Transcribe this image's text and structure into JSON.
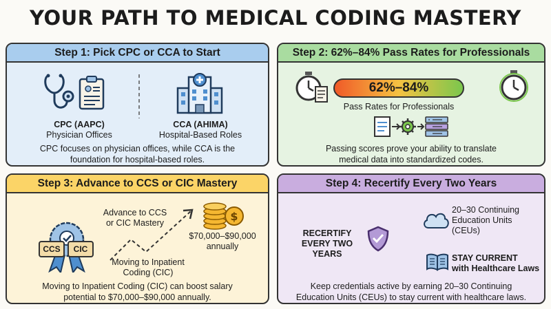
{
  "title": "YOUR PATH TO MEDICAL CODING MASTERY",
  "step1": {
    "header": "Step 1: Pick CPC or CCA to Start",
    "cpc_title": "CPC (AAPC)",
    "cpc_sub": "Physician Offices",
    "cca_title": "CCA (AHIMA)",
    "cca_sub": "Hospital-Based Roles",
    "blurb_line1": "CPC focuses on physician offices, while CCA is the",
    "blurb_line2": "foundation for hospital-based roles."
  },
  "step2": {
    "header": "Step 2: 62%–84% Pass Rates for Professionals",
    "bar_label": "62%–84%",
    "bar_caption": "Pass Rates for Professionals",
    "blurb_line1": "Passing scores prove your ability to translate",
    "blurb_line2": "medical data into standardized codes."
  },
  "step3": {
    "header": "Step 3: Advance to CCS or CIC Mastery",
    "badge_left": "CCS",
    "badge_right": "CIC",
    "advance_line1": "Advance to CCS",
    "advance_line2": "or CIC Mastery",
    "salary_line1": "$70,000–$90,000",
    "salary_line2": "annually",
    "moving_line1": "Moving to Inpatient",
    "moving_line2": "Coding (CIC)",
    "blurb_line1": "Moving to Inpatient Coding (CIC) can boost salary",
    "blurb_line2": "potential to $70,000–$90,000 annually."
  },
  "step4": {
    "header": "Step 4: Recertify Every Two Years",
    "ceu_line1": "20–30 Continuing",
    "ceu_line2": "Education Units",
    "ceu_line3": "(CEUs)",
    "recert_line1": "RECERTIFY",
    "recert_line2": "EVERY TWO YEARS",
    "current_line1": "STAY CURRENT",
    "current_line2": "with Healthcare Laws",
    "blurb_line1": "Keep credentials active by earning 20–30 Continuing",
    "blurb_line2": "Education Units (CEUs) to stay current with healthcare laws."
  },
  "colors": {
    "step1": "#a9cdee",
    "step2": "#a9dca0",
    "step3": "#fbd467",
    "step4": "#c9addf",
    "bar_start": "#f05a28",
    "bar_mid": "#f5c242",
    "bar_end": "#7bc74d"
  },
  "icons": [
    "stethoscope-icon",
    "clipboard-icon",
    "hospital-icon",
    "stopwatch-icon",
    "document-icon",
    "gear-icon",
    "code-block-icon",
    "award-ribbon-icon",
    "coin-stack-icon",
    "dollar-coin-icon",
    "shield-check-icon",
    "cloud-icon",
    "open-book-icon"
  ]
}
